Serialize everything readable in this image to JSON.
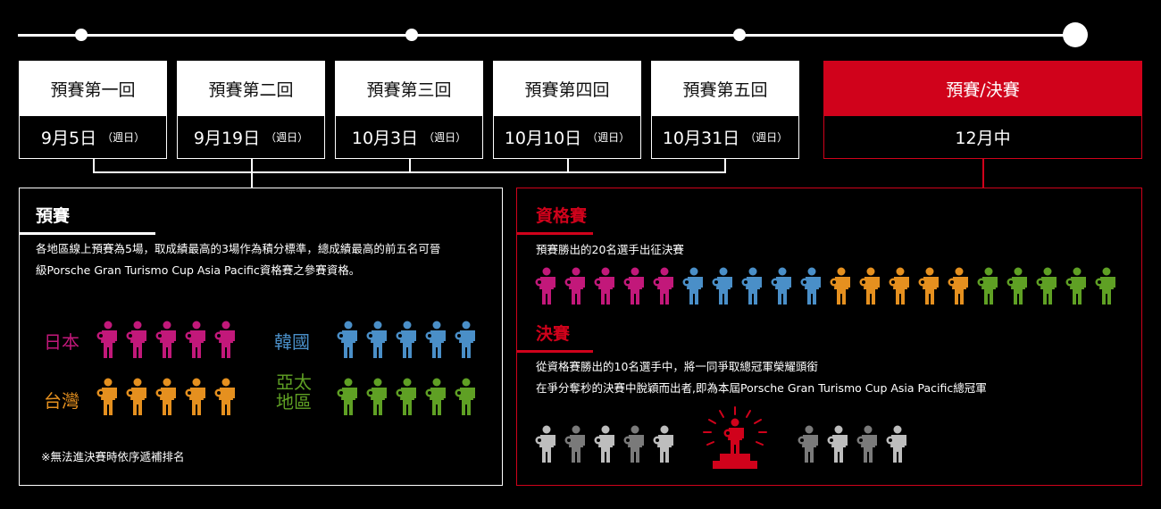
{
  "colors": {
    "accent_red": "#d0021b",
    "japan": "#c2187a",
    "korea": "#4a8fc8",
    "taiwan": "#e5901f",
    "asia_pacific": "#5fa024",
    "grey_light": "#bdbdbd",
    "grey_dark": "#7a7a7a"
  },
  "rounds": [
    {
      "title": "預賽第一回",
      "date": "9月5日",
      "day": "（週日）"
    },
    {
      "title": "預賽第二回",
      "date": "9月19日",
      "day": "（週日）"
    },
    {
      "title": "預賽第三回",
      "date": "10月3日",
      "day": "（週日）"
    },
    {
      "title": "預賽第四回",
      "date": "10月10日",
      "day": "（週日）"
    },
    {
      "title": "預賽第五回",
      "date": "10月31日",
      "day": "（週日）"
    }
  ],
  "final_box": {
    "title": "預賽/決賽",
    "date": "12月中"
  },
  "prelim": {
    "title": "預賽",
    "desc_line1": "各地區線上預賽為5場，取成績最高的3場作為積分標準，總成績最高的前五名可晉",
    "desc_line2": "級Porsche Gran Turismo Cup Asia Pacific資格賽之參賽資格。",
    "note": "※無法進決賽時依序遞補排名",
    "regions": [
      {
        "name": "日本",
        "color_key": "japan",
        "count": 5
      },
      {
        "name": "韓國",
        "color_key": "korea",
        "count": 5
      },
      {
        "name": "台灣",
        "color_key": "taiwan",
        "count": 5
      },
      {
        "name_line1": "亞太",
        "name_line2": "地區",
        "color_key": "asia_pacific",
        "count": 5
      }
    ]
  },
  "qualifier": {
    "title": "資格賽",
    "desc": "預賽勝出的20名選手出征決賽",
    "groups": [
      {
        "color_key": "japan",
        "count": 5
      },
      {
        "color_key": "korea",
        "count": 5
      },
      {
        "color_key": "taiwan",
        "count": 5
      },
      {
        "color_key": "asia_pacific",
        "count": 5
      }
    ]
  },
  "finals": {
    "title": "決賽",
    "desc_line1": "從資格賽勝出的10名選手中，將一同爭取總冠軍榮耀頭銜",
    "desc_line2": "在爭分奪秒的決賽中脫穎而出者,即為本屆Porsche Gran Turismo Cup Asia Pacific總冠軍",
    "left_count": 5,
    "right_count": 4
  }
}
